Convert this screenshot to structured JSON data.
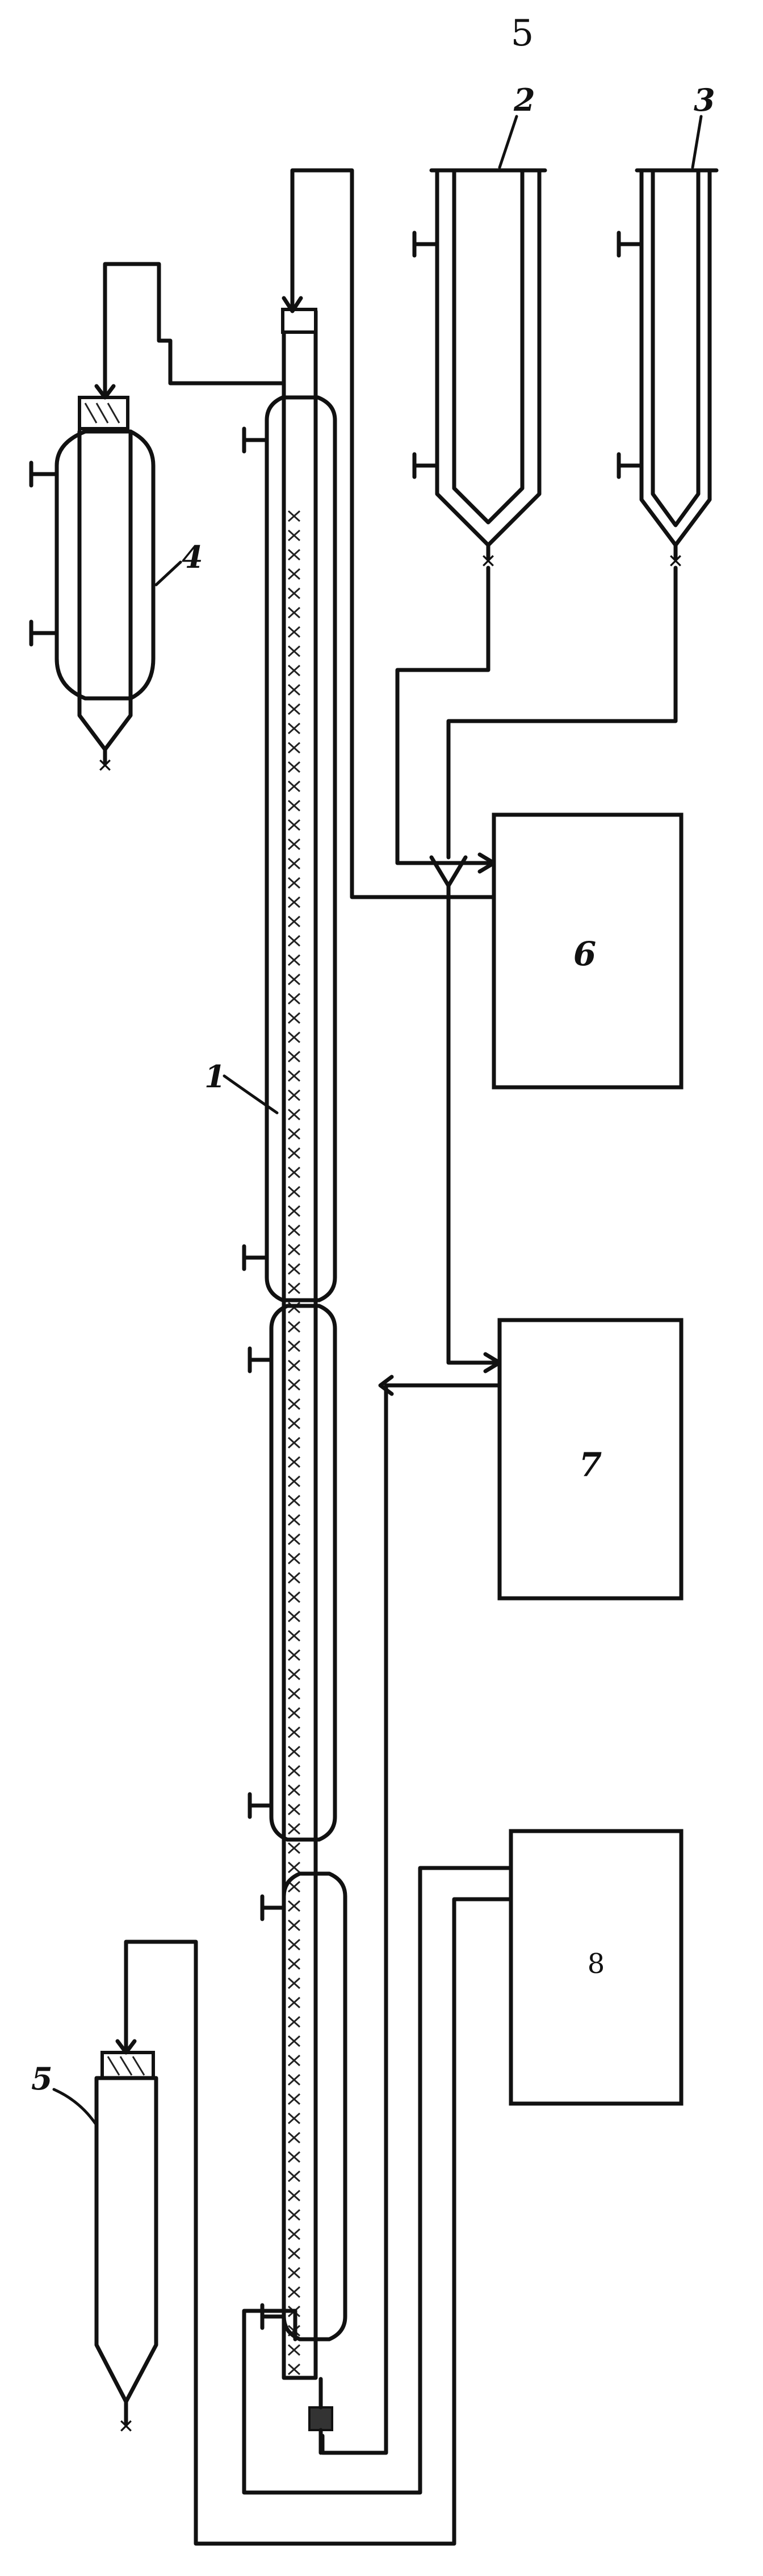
{
  "figure": {
    "number": "5",
    "labels": {
      "column": "1",
      "vessel_2": "2",
      "vessel_3": "3",
      "vessel_4": "4",
      "vessel_5": "5",
      "unit_6": "6",
      "unit_7": "7",
      "unit_8": "8"
    }
  }
}
